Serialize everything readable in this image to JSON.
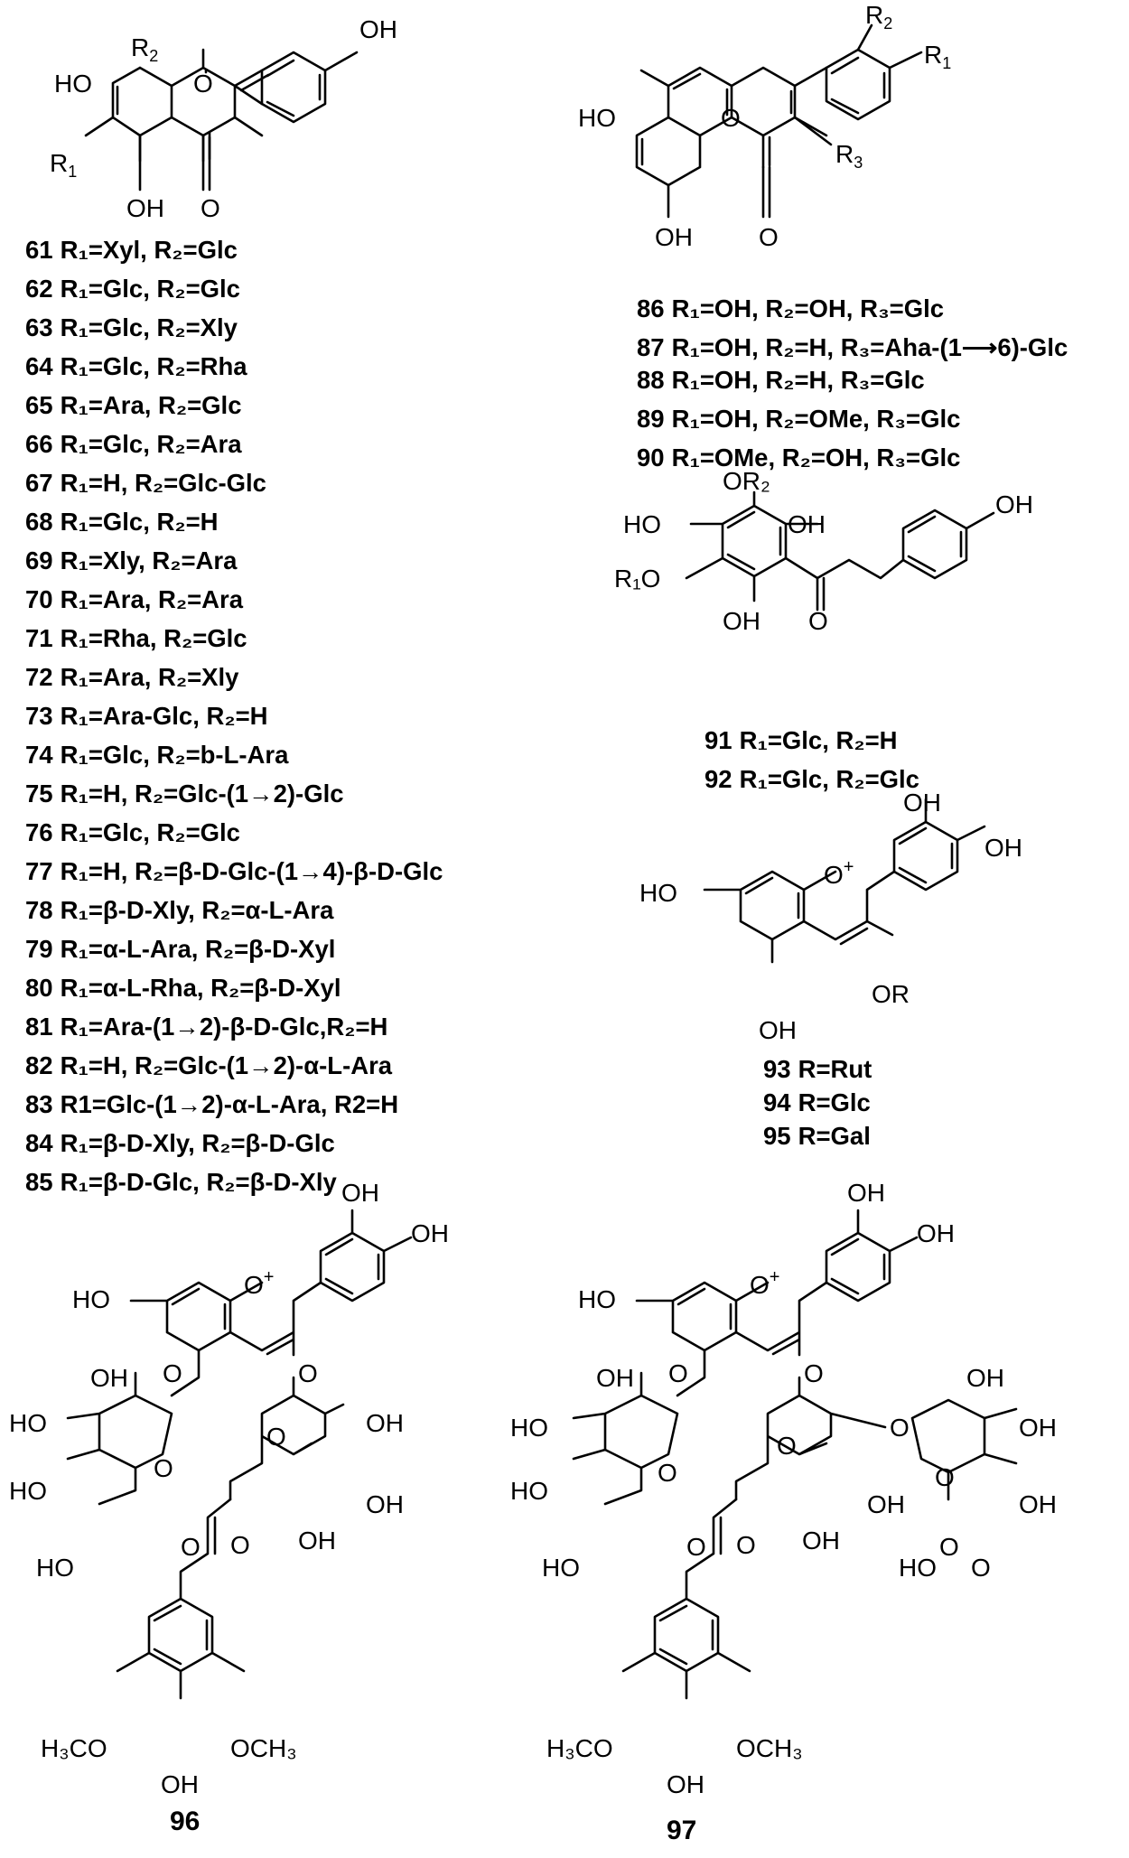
{
  "figure": {
    "lists": {
      "flavone_c_glycosides": [
        {
          "num": "61",
          "text": "R₁=Xyl, R₂=Glc"
        },
        {
          "num": "62",
          "text": "R₁=Glc, R₂=Glc"
        },
        {
          "num": "63",
          "text": "R₁=Glc, R₂=Xly"
        },
        {
          "num": "64",
          "text": "R₁=Glc, R₂=Rha"
        },
        {
          "num": "65",
          "text": "R₁=Ara, R₂=Glc"
        },
        {
          "num": "66",
          "text": "R₁=Glc, R₂=Ara"
        },
        {
          "num": "67",
          "text": "R₁=H, R₂=Glc-Glc"
        },
        {
          "num": "68",
          "text": "R₁=Glc, R₂=H"
        },
        {
          "num": "69",
          "text": "R₁=Xly, R₂=Ara"
        },
        {
          "num": "70",
          "text": "R₁=Ara, R₂=Ara"
        },
        {
          "num": "71",
          "text": "R₁=Rha, R₂=Glc"
        },
        {
          "num": "72",
          "text": "R₁=Ara, R₂=Xly"
        },
        {
          "num": "73",
          "text": "R₁=Ara-Glc, R₂=H"
        },
        {
          "num": "74",
          "text": "R₁=Glc, R₂=b-L-Ara"
        },
        {
          "num": "75",
          "text": "R₁=H, R₂=Glc-(1→2)-Glc"
        },
        {
          "num": "76",
          "text": "R₁=Glc, R₂=Glc"
        },
        {
          "num": "77",
          "text": "R₁=H, R₂=β-D-Glc-(1→4)-β-D-Glc"
        },
        {
          "num": "78",
          "text": "R₁=β-D-Xly, R₂=α-L-Ara"
        },
        {
          "num": "79",
          "text": "R₁=α-L-Ara, R₂=β-D-Xyl"
        },
        {
          "num": "80",
          "text": "R₁=α-L-Rha, R₂=β-D-Xyl"
        },
        {
          "num": "81",
          "text": "R₁=Ara-(1→2)-β-D-Glc,R₂=H"
        },
        {
          "num": "82",
          "text": "R₁=H, R₂=Glc-(1→2)-α-L-Ara"
        },
        {
          "num": "83",
          "text": "R1=Glc-(1→2)-α-L-Ara, R2=H"
        },
        {
          "num": "84",
          "text": "R₁=β-D-Xly, R₂=β-D-Glc"
        },
        {
          "num": "85",
          "text": "R₁=β-D-Glc, R₂=β-D-Xly"
        }
      ],
      "flavonol_glycosides": [
        {
          "num": "86",
          "text": "R₁=OH, R₂=OH, R₃=Glc"
        },
        {
          "num": "87",
          "text": "R₁=OH, R₂=H, R₃=Aha-(1⟶6)-Glc"
        },
        {
          "num": "88",
          "text": "R₁=OH, R₂=H, R₃=Glc"
        },
        {
          "num": "89",
          "text": "R₁=OH, R₂=OMe, R₃=Glc"
        },
        {
          "num": "90",
          "text": "R₁=OMe, R₂=OH, R₃=Glc"
        }
      ],
      "dihydrochalcones": [
        {
          "num": "91",
          "text": "R₁=Glc, R₂=H"
        },
        {
          "num": "92",
          "text": "R₁=Glc, R₂=Glc"
        }
      ],
      "anthocyanins": [
        {
          "num": "93",
          "text": "R=Rut"
        },
        {
          "num": "94",
          "text": "R=Glc"
        },
        {
          "num": "95",
          "text": "R=Gal"
        }
      ]
    },
    "compound_labels": {
      "c96": "96",
      "c97": "97"
    },
    "atom_labels": {
      "oh": "OH",
      "ho": "HO",
      "o": "O",
      "oplus": "O",
      "plus": "+",
      "r1": "R",
      "r2": "R",
      "r3": "R",
      "sub1": "1",
      "sub2": "2",
      "sub3": "3",
      "r1o": "R₁O",
      "or2": "OR₂",
      "or": "OR",
      "h3co": "H₃CO",
      "och3": "OCH₃",
      "hoo": "HO"
    }
  }
}
